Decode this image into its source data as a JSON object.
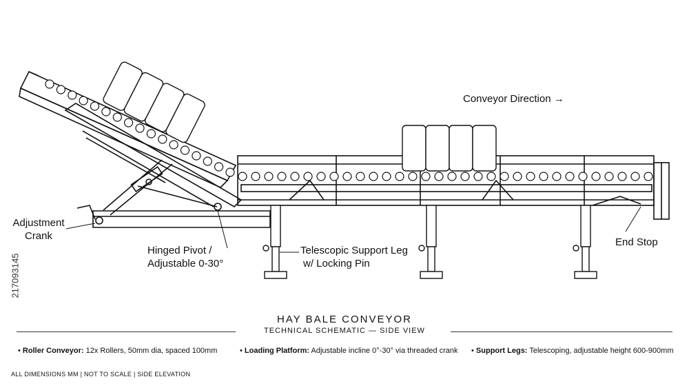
{
  "labels": {
    "conveyor_direction": "Conveyor Direction →",
    "adjustment_crank": [
      "Adjustment",
      "Crank"
    ],
    "hinged_pivot": [
      "Hinged Pivot /",
      "Adjustable 0-30°"
    ],
    "telescopic_leg": [
      "Telescopic Support Leg",
      "w/ Locking Pin"
    ],
    "end_stop": "End Stop"
  },
  "title": "HAY BALE CONVEYOR",
  "subtitle": "TECHNICAL SCHEMATIC — SIDE VIEW",
  "specs": [
    {
      "name": "Roller Conveyor:",
      "text": "12x Rollers, 50mm dia, spaced 100mm"
    },
    {
      "name": "Loading Platform:",
      "text": "Adjustable incline 0°-30° via threaded crank"
    },
    {
      "name": "Support Legs:",
      "text": "Telescoping, adjustable height 600-900mm"
    }
  ],
  "footer": "ALL DIMENSIONS MM | NOT TO SCALE | SIDE ELEVATION",
  "stock_id": "217093145",
  "colors": {
    "ink": "#111111",
    "background": "#ffffff"
  }
}
